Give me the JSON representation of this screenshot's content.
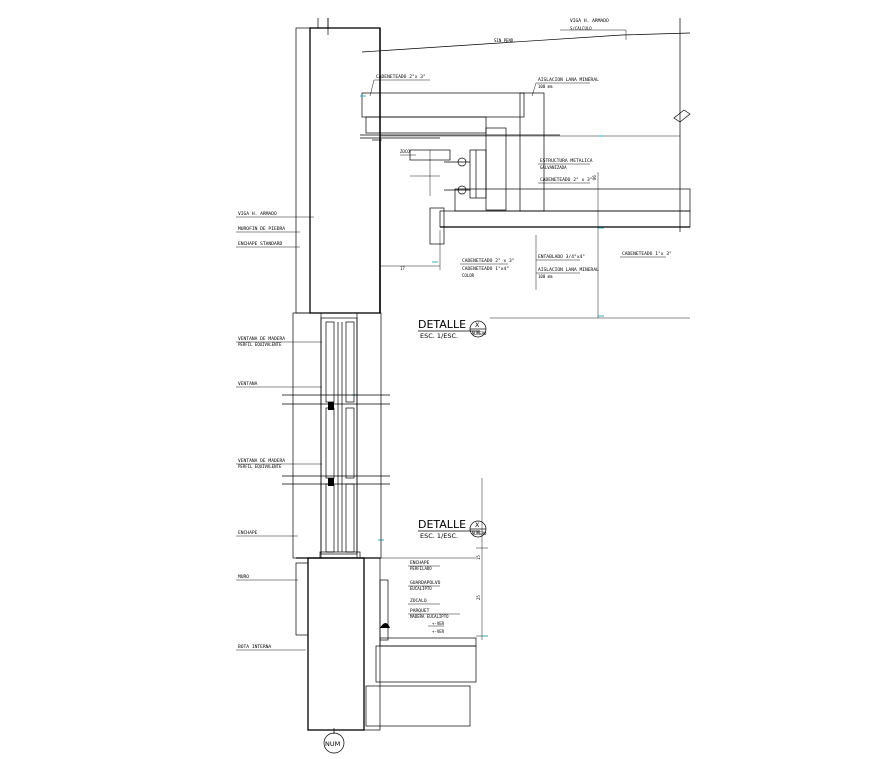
{
  "labels": {
    "viga_top": "VIGA H. ARMADO",
    "viga_top_sub": "S/CALCULO",
    "sin_pend": "SIN PEND.",
    "cadeneteado_top": "CADENETEADO 2\"x 3\"",
    "aislacion1": "AISLACION LANA MINERAL",
    "aislacion1_sub": "100 mm",
    "zocalo": "ZOCO",
    "estructura_metalica": "ESTRUCTURA METALICA",
    "estructura_metalica_sub": "GALVANIZADA",
    "cadeneteado_mid": "CADENETEADO 2\" x 3\"",
    "cadeneteado_lower": "CADENETEADO 2\" x 3\"",
    "cadeneteado_mid2": "CADENETEADO 1\"x4\"",
    "cadeneteado_mid2_sub": "COLOR",
    "entablado": "ENTABLADO 3/4\"x4\"",
    "aislacion2": "AISLACION LANA MINERAL",
    "aislacion2_sub": "100 mm",
    "cadeneteado_right": "CADENETEADO 1\"x 3\"",
    "viga_left": "VIGA H. ARMADO",
    "muro_piedra": "MUROFIN DE PIEDRA",
    "enchape_standard": "ENCHAPE STANDARD",
    "ventana1": "VENTANA DE MADERA",
    "ventana1_sub": "PERFIL EQUIVALENTE",
    "ventana_mid": "VENTANA",
    "ventana2": "VENTANA DE MADERA",
    "ventana2_sub": "PERFIL EQUIVALENTE",
    "enchape": "ENCHAPE",
    "muro": "MURO",
    "zapata": "BOTA INTERNA",
    "enchape_low": "ENCHAPE",
    "enchape_low_sub": "PERFILADO",
    "guardapolvo": "GUARDAPOLVO",
    "guardapolvo_sub": "EUCALIPTO",
    "zocalo_low": "ZOCALO",
    "parquet": "PARQUET",
    "parquet_sub": "MADERA EUCALIPTO",
    "nivel_a": "+-VER",
    "nivel_b": "+-VER",
    "dim_right": "86",
    "dim_small": "17",
    "dim_low1": "15",
    "dim_low2": "25",
    "num_tag": "NUM"
  },
  "details": [
    {
      "title": "DETALLE",
      "scale": "ESC. 1/ESC.",
      "mark": "X",
      "mark_sub": "NUMERO"
    },
    {
      "title": "DETALLE",
      "scale": "ESC. 1/ESC.",
      "mark": "X",
      "mark_sub": "NUMERO"
    }
  ],
  "colors": {
    "line": "#000000",
    "guide": "#2aa7b5"
  }
}
